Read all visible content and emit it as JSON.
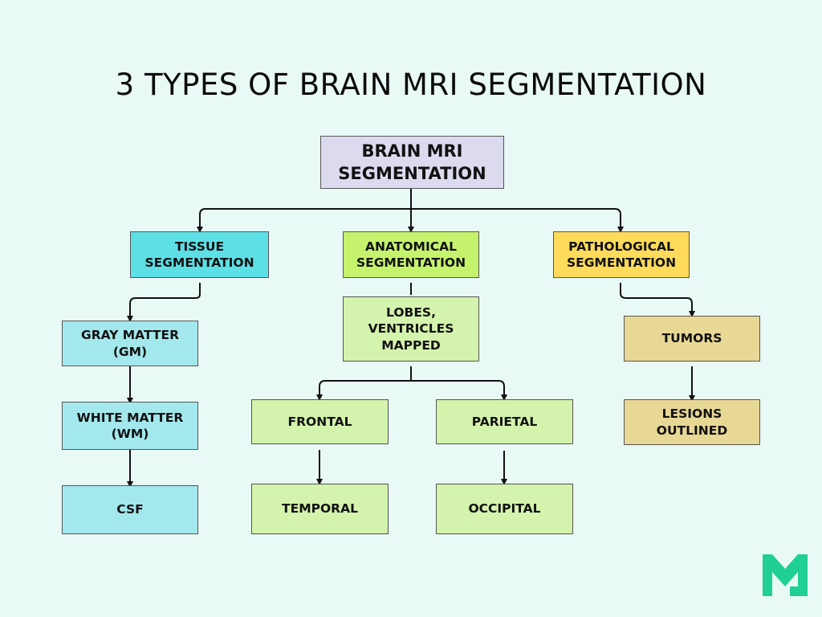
{
  "title": "3 TYPES OF BRAIN MRI SEGMENTATION",
  "colors": {
    "background": "#e9f9f6",
    "root": "#dcdaee",
    "tissue_main": "#5ce0e6",
    "anatomical_main": "#c5f36d",
    "pathological_main": "#fedb5a",
    "tissue_child": "#a3e8ec",
    "anatomical_child": "#d4f3ad",
    "pathological_child": "#e8d896",
    "logo": "#1fcf94"
  },
  "nodes": {
    "root": "BRAIN MRI\nSEGMENTATION",
    "tissue": "TISSUE\nSEGMENTATION",
    "anatomical": "ANATOMICAL\nSEGMENTATION",
    "pathological": "PATHOLOGICAL\nSEGMENTATION",
    "gray_matter": "GRAY MATTER\n(GM)",
    "white_matter": "WHITE MATTER\n(WM)",
    "csf": "CSF",
    "lobes": "LOBES,\nVENTRICLES\nMAPPED",
    "frontal": "FRONTAL",
    "parietal": "PARIETAL",
    "temporal": "TEMPORAL",
    "occipital": "OCCIPITAL",
    "tumors": "TUMORS",
    "lesions": "LESIONS\nOUTLINED"
  },
  "edges": [
    [
      "root",
      "tissue"
    ],
    [
      "root",
      "anatomical"
    ],
    [
      "root",
      "pathological"
    ],
    [
      "tissue",
      "gray_matter"
    ],
    [
      "gray_matter",
      "white_matter"
    ],
    [
      "white_matter",
      "csf"
    ],
    [
      "anatomical",
      "lobes"
    ],
    [
      "lobes",
      "frontal"
    ],
    [
      "lobes",
      "parietal"
    ],
    [
      "frontal",
      "temporal"
    ],
    [
      "parietal",
      "occipital"
    ],
    [
      "pathological",
      "tumors"
    ],
    [
      "tumors",
      "lesions"
    ]
  ],
  "logo": "brand-m-logo"
}
